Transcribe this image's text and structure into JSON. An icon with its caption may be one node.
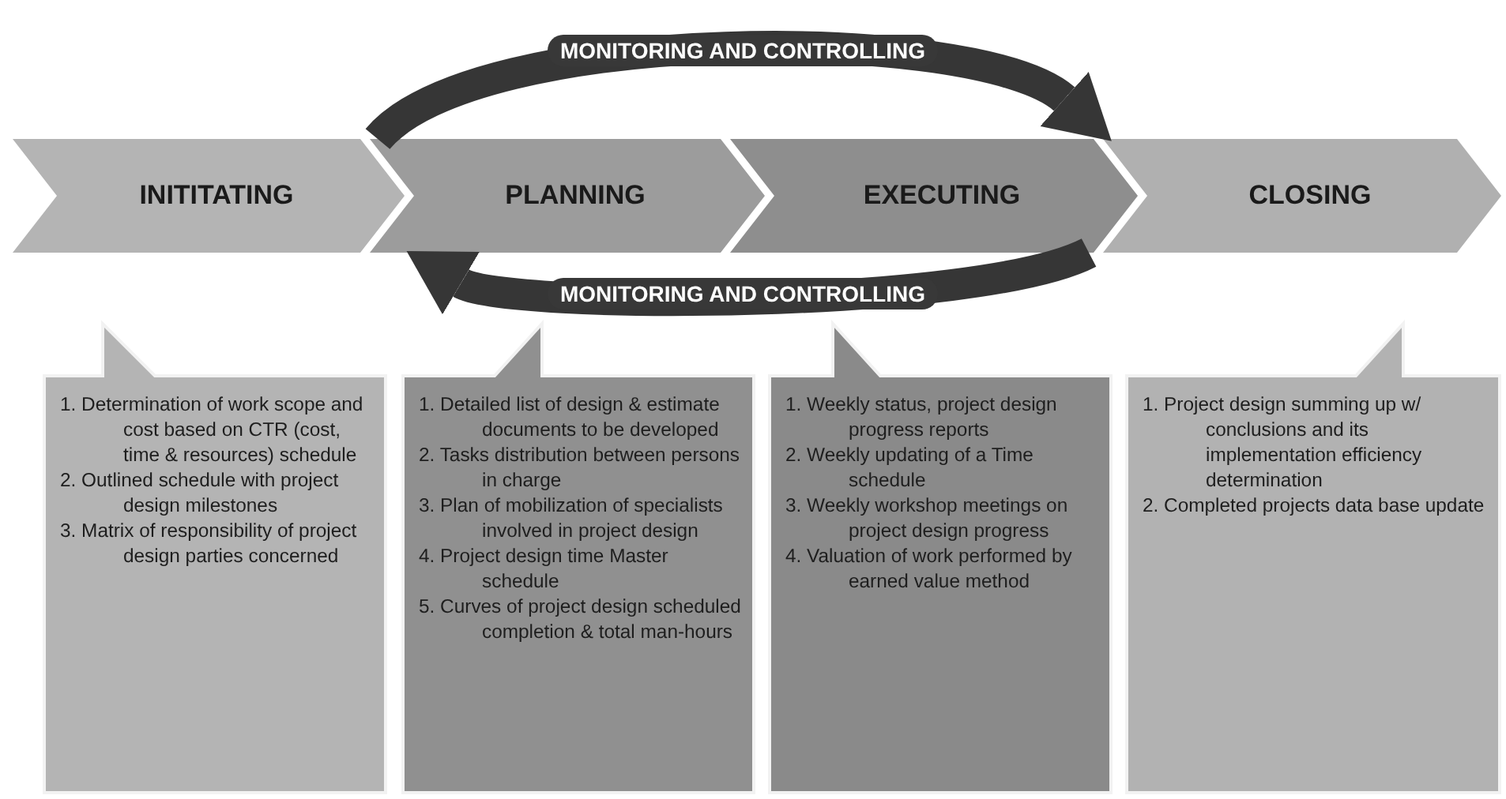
{
  "diagram": {
    "nodes": [
      {
        "text": [
          "INITITATING"
        ]
      },
      {
        "text": [
          "PLANNING"
        ]
      },
      {
        "text": [
          "EXECUTING"
        ]
      },
      {
        "text": [
          "CLOSING"
        ]
      },
      {
        "text": [
          "1. Determination of work scope and cost based on CTR (cost, time & resources) schedule",
          "2. Outlined schedule with project design milestones",
          "3. Matrix of responsibility of project design parties concerned"
        ]
      },
      {
        "text": [
          "1. Detailed list of design & estimate documents to be developed",
          "2. Tasks distribution between persons in charge",
          "3. Plan of mobilization of specialists involved in project design",
          "4. Project design time Master schedule",
          "5. Curves of project design scheduled completion & total man-hours"
        ]
      },
      {
        "text": [
          "1. Weekly status, project design progress reports",
          "2. Weekly updating of a Time schedule",
          "3. Weekly workshop meetings on project design progress",
          "4. Valuation of work performed by earned value method"
        ]
      },
      {
        "text": [
          "1. Project design summing up w/ conclusions and its implementation efficiency determination",
          "2. Completed projects data base update"
        ]
      }
    ],
    "edges": [
      {
        "from": 1,
        "to": 2,
        "arrow": "to",
        "label": "MONITORING AND CONTROLLING"
      },
      {
        "from": 2,
        "to": 1,
        "arrow": "to",
        "label": "MONITORING AND CONTROLLING"
      }
    ]
  }
}
